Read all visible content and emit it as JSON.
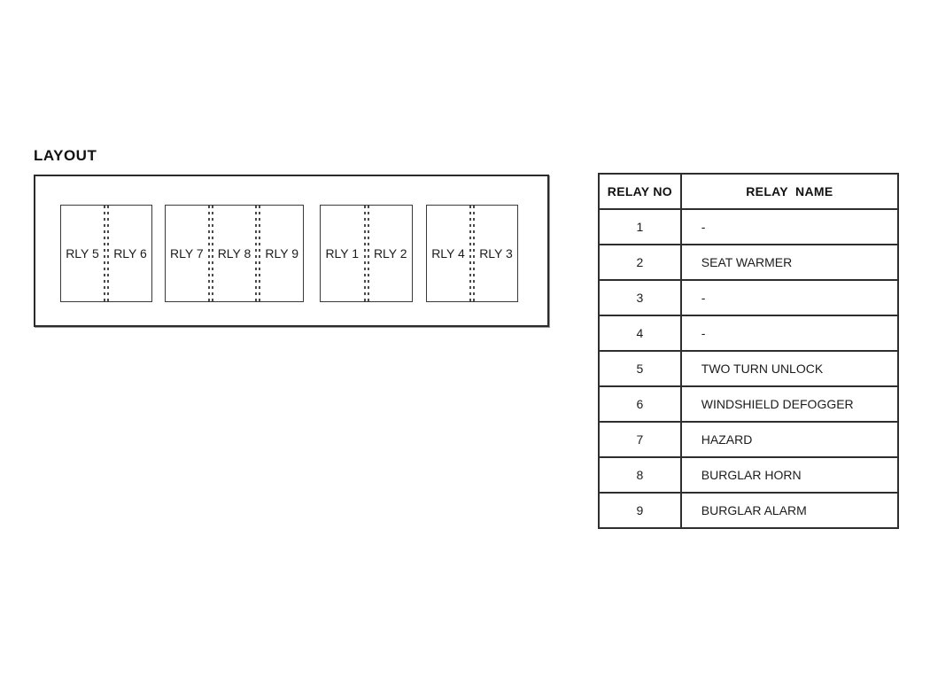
{
  "layout": {
    "title": "LAYOUT",
    "groups": [
      {
        "cells": [
          {
            "label": "RLY 5"
          },
          {
            "label": "RLY 6"
          }
        ]
      },
      {
        "cells": [
          {
            "label": "RLY 7"
          },
          {
            "label": "RLY 8"
          },
          {
            "label": "RLY 9"
          }
        ]
      },
      {
        "cells": [
          {
            "label": "RLY 1"
          },
          {
            "label": "RLY 2"
          }
        ]
      },
      {
        "cells": [
          {
            "label": "RLY 4"
          },
          {
            "label": "RLY 3"
          }
        ]
      }
    ]
  },
  "table": {
    "headers": {
      "no": "RELAY NO",
      "name": "RELAY  NAME"
    },
    "rows": [
      {
        "no": "1",
        "name": "-"
      },
      {
        "no": "2",
        "name": "SEAT WARMER"
      },
      {
        "no": "3",
        "name": "-"
      },
      {
        "no": "4",
        "name": "-"
      },
      {
        "no": "5",
        "name": "TWO TURN UNLOCK"
      },
      {
        "no": "6",
        "name": "WINDSHIELD DEFOGGER"
      },
      {
        "no": "7",
        "name": "HAZARD"
      },
      {
        "no": "8",
        "name": "BURGLAR HORN"
      },
      {
        "no": "9",
        "name": "BURGLAR ALARM"
      }
    ]
  },
  "colors": {
    "ink": "#1c1c1c",
    "line": "#2e2e2e",
    "background": "#ffffff"
  }
}
